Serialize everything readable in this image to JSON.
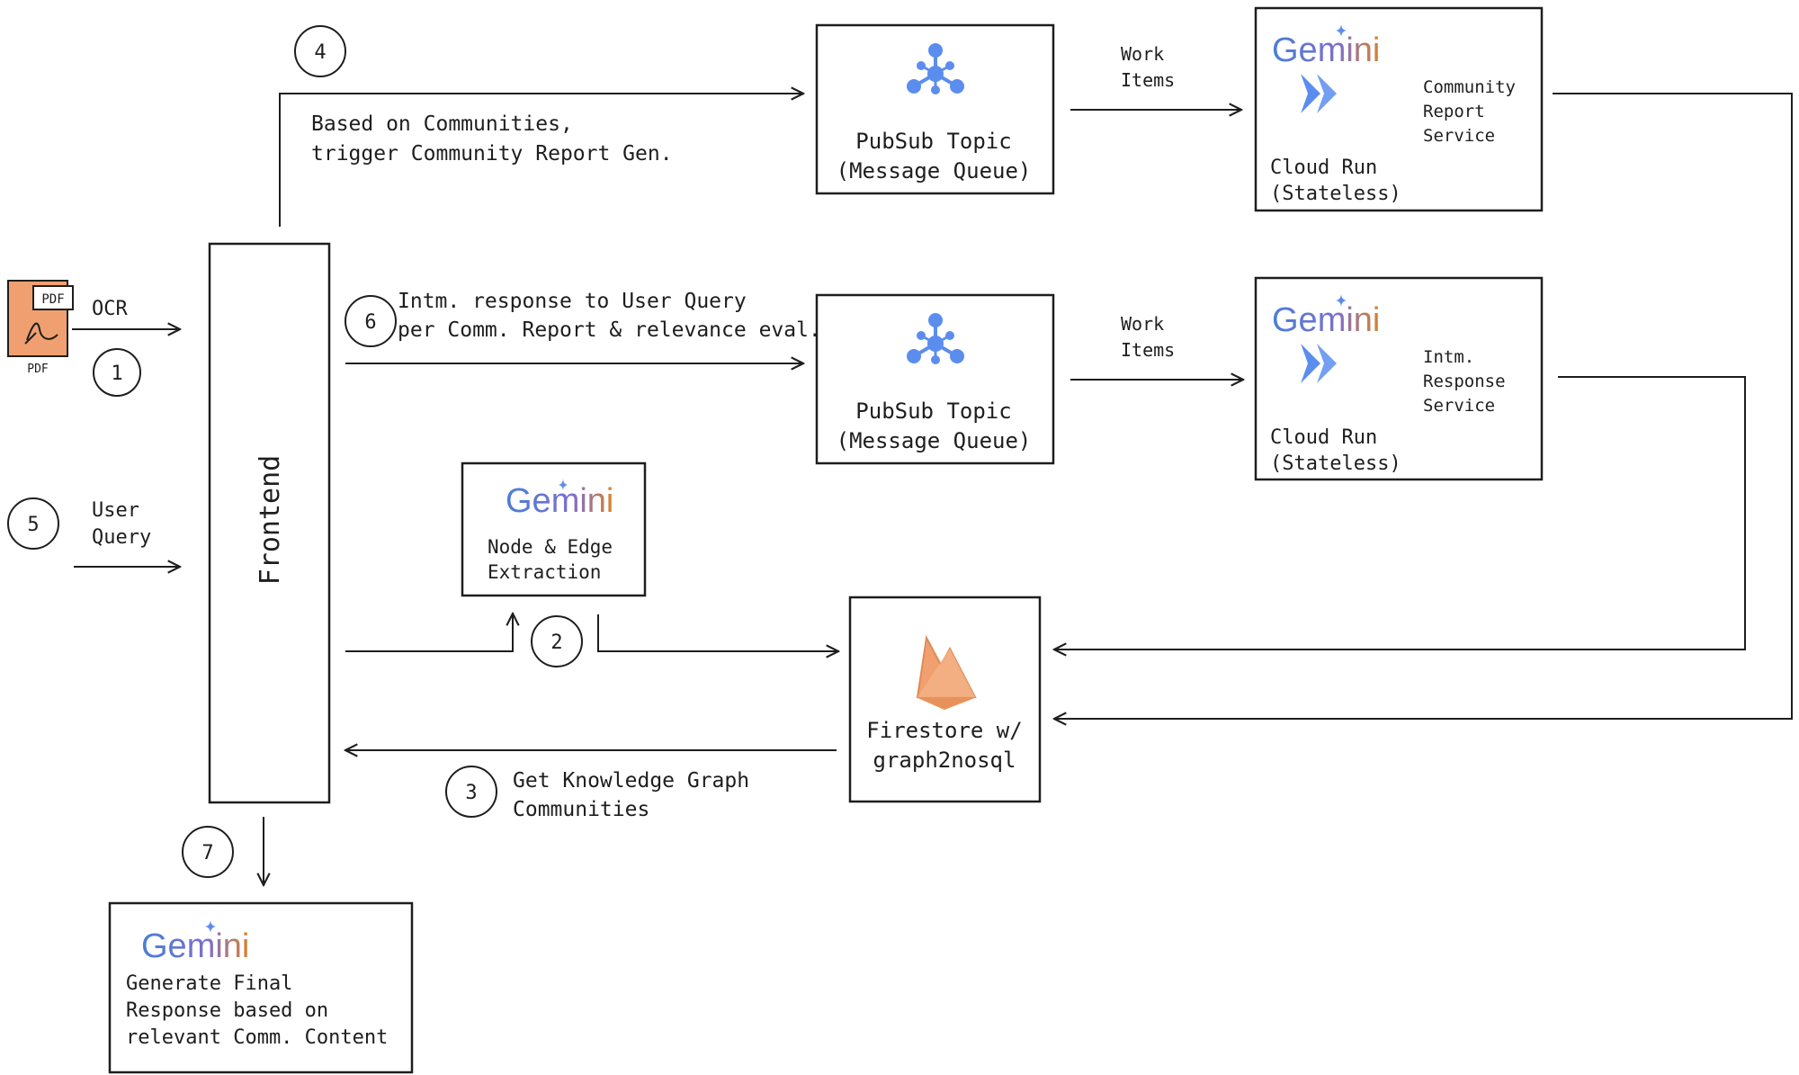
{
  "labels": {
    "pdf_tag": "PDF",
    "pdf_caption": "PDF",
    "ocr": "OCR",
    "user_query": [
      "User",
      "Query"
    ],
    "frontend": "Frontend",
    "step4_text": [
      "Based on Communities,",
      "trigger Community Report Gen."
    ],
    "step6_text": [
      "Intm. response to User Query",
      "per Comm. Report & relevance eval."
    ],
    "step3_text": [
      "Get Knowledge Graph",
      "Communities"
    ],
    "pubsub": [
      "PubSub Topic",
      "(Message Queue)"
    ],
    "work_items": [
      "Work",
      "Items"
    ],
    "gemini": "Gemini",
    "cloud_run": [
      "Cloud Run",
      "(Stateless)"
    ],
    "community_service": [
      "Community",
      "Report",
      "Service"
    ],
    "intm_service": [
      "Intm.",
      "Response",
      "Service"
    ],
    "extraction": [
      "Node & Edge",
      "Extraction"
    ],
    "firestore": [
      "Firestore w/",
      "graph2nosql"
    ],
    "final": [
      "Generate Final",
      "Response based on",
      "relevant Comm. Content"
    ]
  },
  "steps": [
    "1",
    "2",
    "3",
    "4",
    "5",
    "6",
    "7"
  ],
  "icons": {
    "pdf": "pdf-file-icon",
    "pubsub": "pubsub-icon",
    "cloud_run": "cloud-run-icon",
    "firestore": "firestore-icon",
    "gemini_star": "gemini-sparkle-icon"
  },
  "colors": {
    "ink": "#1e1e1e",
    "pdf": "#f0a070",
    "gemini_blue": "#4a7fd4",
    "gemini_orange": "#d9822b",
    "pubsub": "#5b8def",
    "firestore": "#f0a070"
  }
}
